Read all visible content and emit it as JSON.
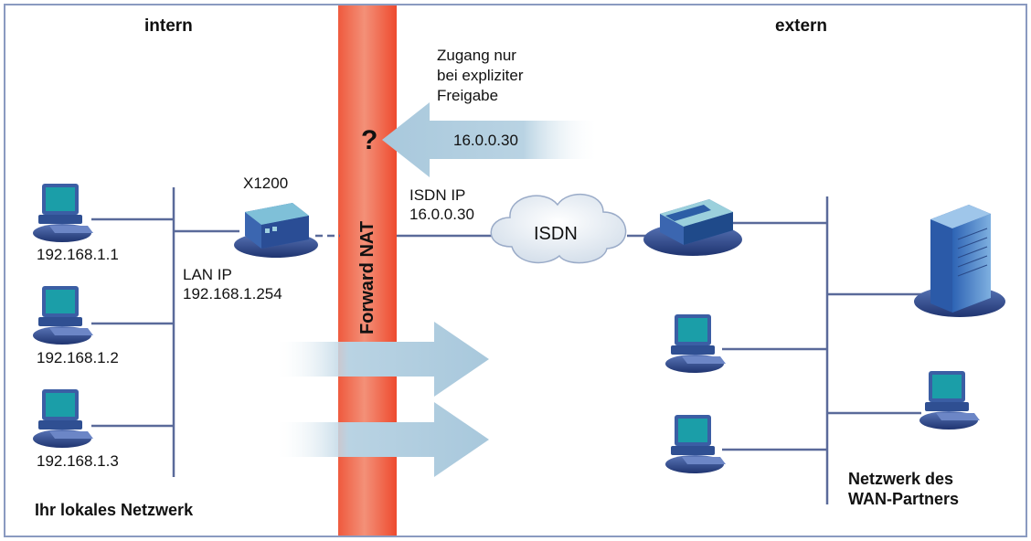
{
  "zones": {
    "internal": "intern",
    "external": "extern"
  },
  "firewall_label": "Forward NAT",
  "access_note": {
    "line1": "Zugang nur",
    "line2": "bei expliziter",
    "line3": "Freigabe"
  },
  "incoming": {
    "question_mark": "?",
    "ip": "16.0.0.30"
  },
  "router": {
    "name": "X1200",
    "lan_label": "LAN IP",
    "lan_ip": "192.168.1.254"
  },
  "isdn": {
    "label_line1": "ISDN IP",
    "label_line2": "16.0.0.30",
    "cloud_label": "ISDN"
  },
  "local_hosts": [
    {
      "ip": "192.168.1.1"
    },
    {
      "ip": "192.168.1.2"
    },
    {
      "ip": "192.168.1.3"
    }
  ],
  "local_network_label": "Ihr lokales Netzwerk",
  "wan_partner_label": {
    "line1": "Netzwerk des",
    "line2": "WAN-Partners"
  },
  "colors": {
    "line": "#5a6a9a",
    "frame": "#8a9ac0",
    "firewall_top": "#f25a3c",
    "firewall_mid": "#f28a70",
    "arrow": "#b7d2e2",
    "monitor_screen": "#1a9aa6",
    "device_body": "#3d62a8"
  }
}
